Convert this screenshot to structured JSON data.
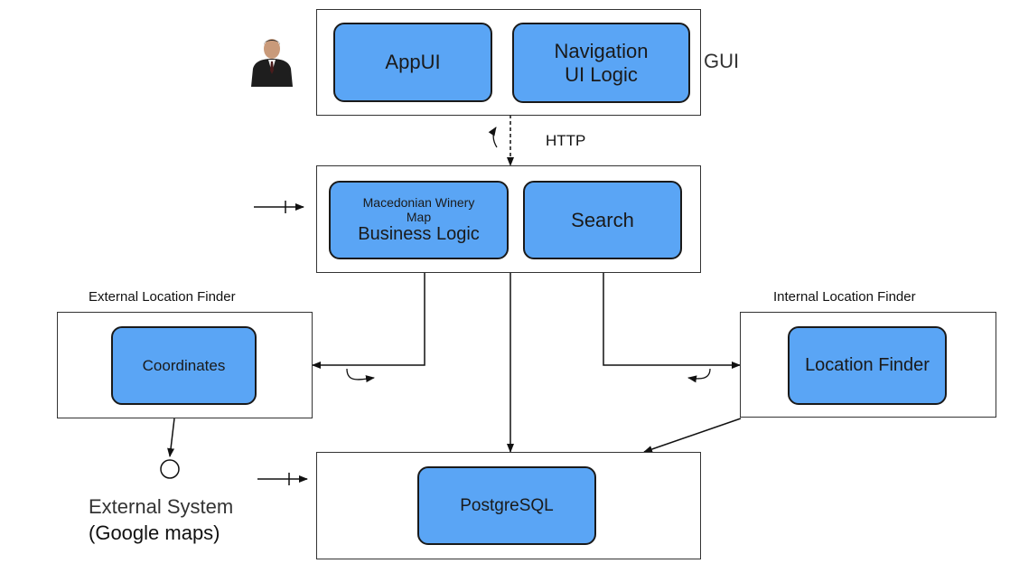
{
  "gui": {
    "label": "GUI",
    "app_ui": "AppUI",
    "navigation_line1": "Navigation",
    "navigation_line2": "UI Logic"
  },
  "http_label": "HTTP",
  "business": {
    "winery_line1": "Macedonian Winery",
    "winery_line2": "Map",
    "business_logic": "Business Logic",
    "search": "Search"
  },
  "external_finder": {
    "title": "External Location Finder",
    "coordinates": "Coordinates"
  },
  "internal_finder": {
    "title": "Internal Location Finder",
    "location_finder": "Location Finder"
  },
  "database": {
    "postgresql": "PostgreSQL"
  },
  "external_system": {
    "line1": "External System",
    "line2": "(Google maps)"
  },
  "colors": {
    "component_fill": "#5aa5f5",
    "component_border": "#1a1a1a",
    "frame_border": "#333333"
  },
  "icons": [
    "user-icon"
  ]
}
